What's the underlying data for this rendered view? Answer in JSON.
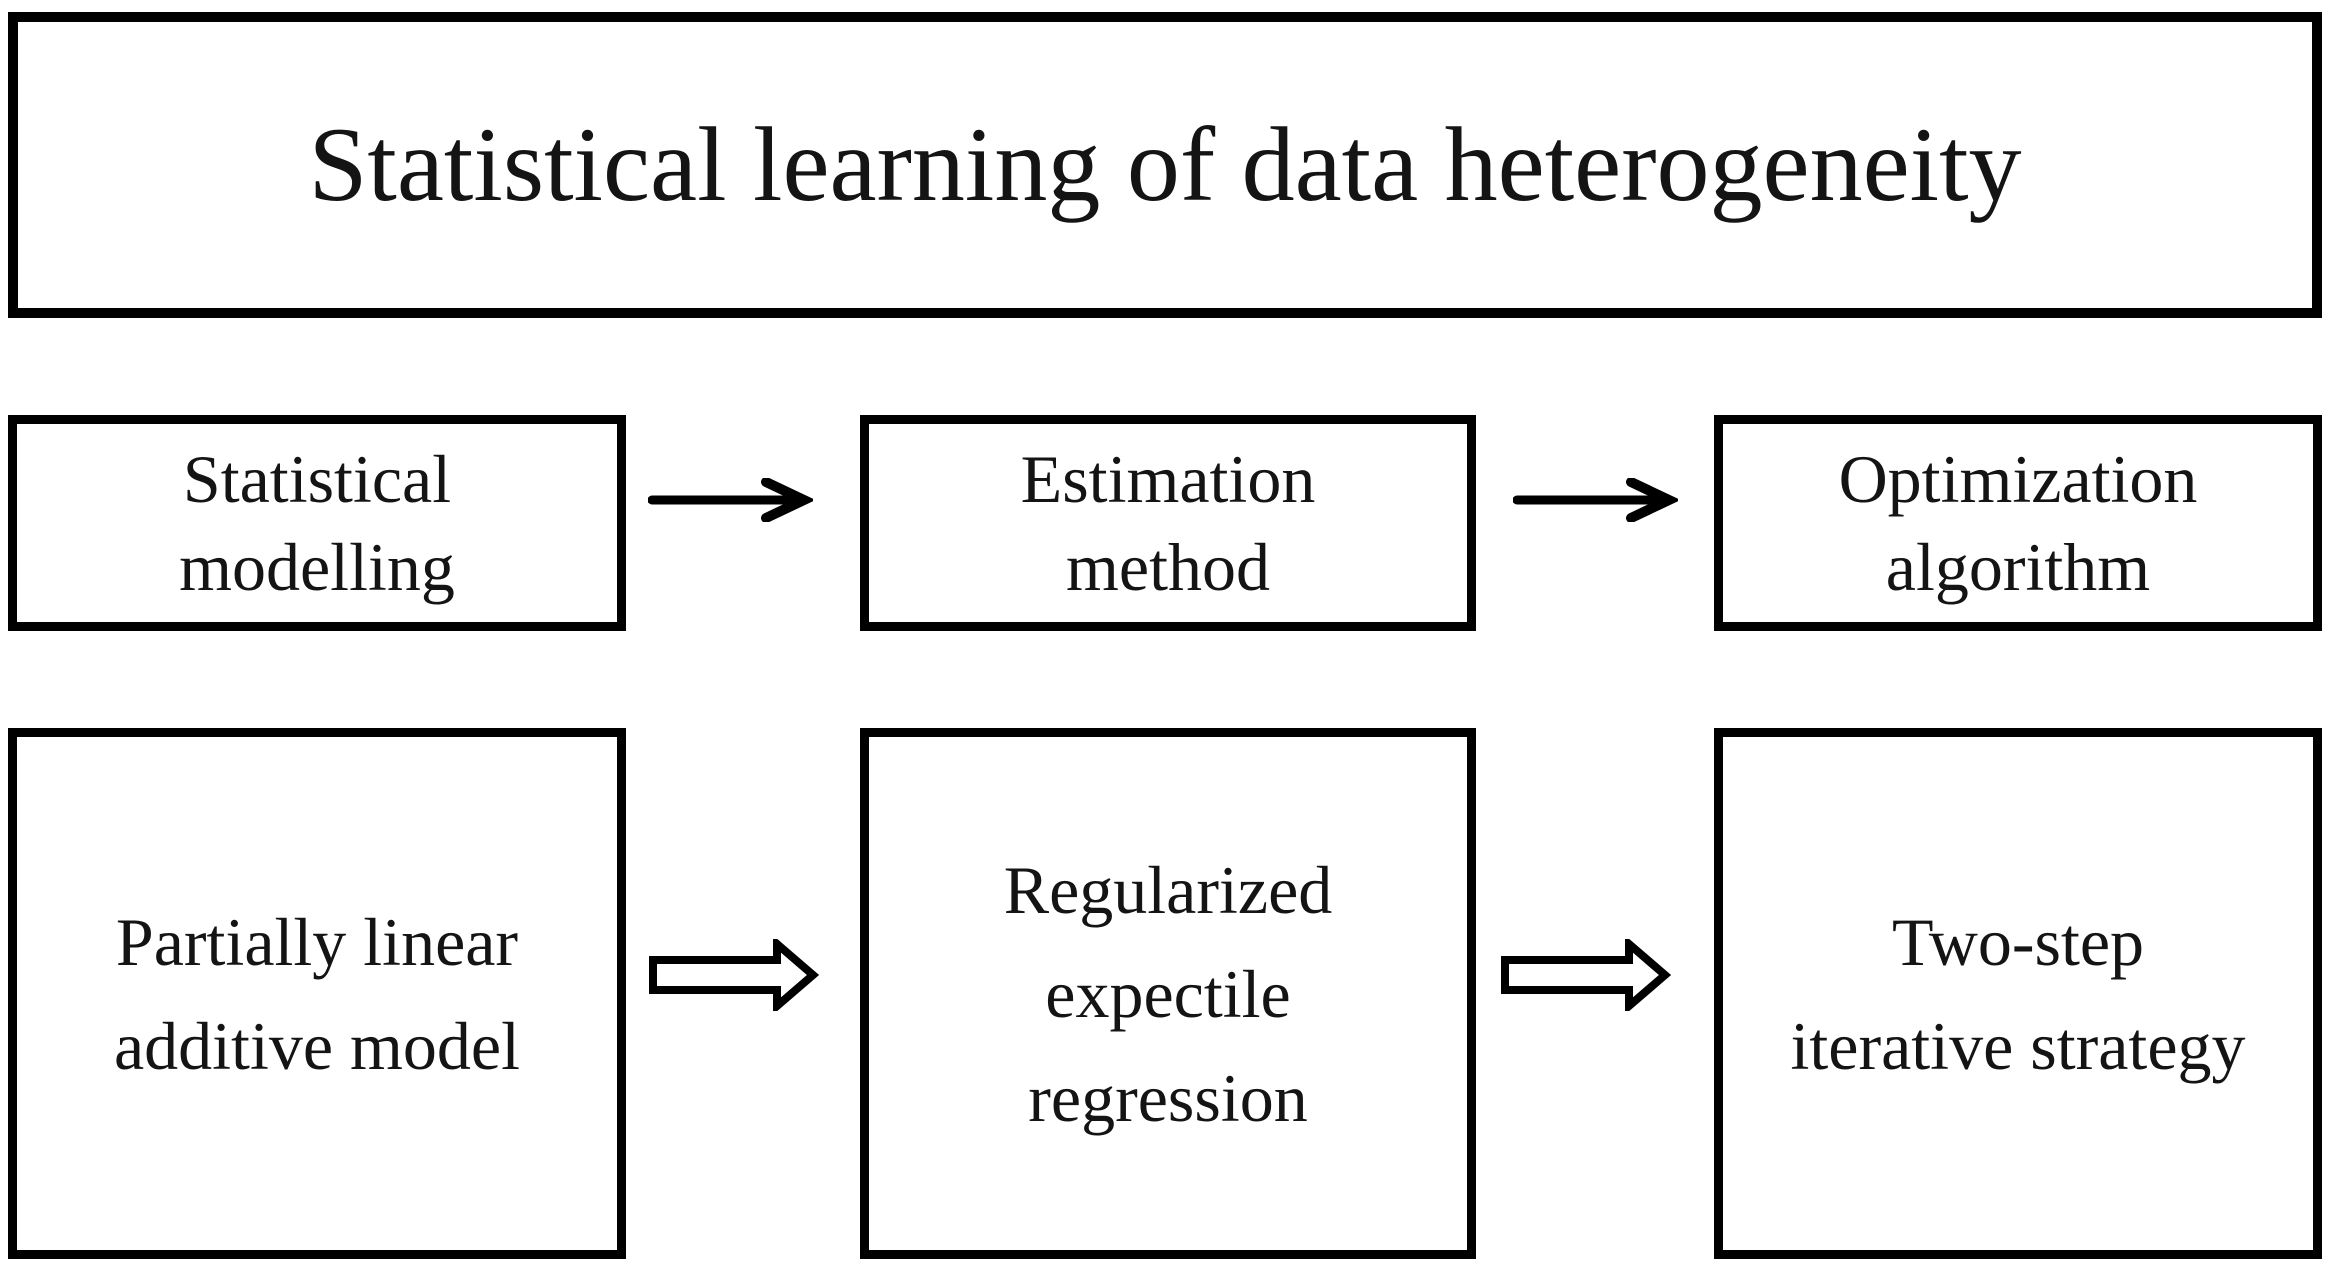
{
  "title_box": {
    "text": "Statistical learning of data heterogeneity"
  },
  "row2": [
    {
      "lines": [
        "Statistical",
        "modelling"
      ]
    },
    {
      "lines": [
        "Estimation",
        "method"
      ]
    },
    {
      "lines": [
        "Optimization",
        "algorithm"
      ]
    }
  ],
  "row3": [
    {
      "lines": [
        "Partially linear",
        "additive model"
      ]
    },
    {
      "lines": [
        "Regularized",
        "expectile",
        "regression"
      ]
    },
    {
      "lines": [
        "Two-step",
        "iterative strategy"
      ]
    }
  ],
  "icons": {
    "row2_connector": "arrow-right-icon",
    "row3_connector": "block-arrow-right-icon"
  },
  "colors": {
    "border": "#000000",
    "text": "#141414",
    "background": "#ffffff"
  }
}
